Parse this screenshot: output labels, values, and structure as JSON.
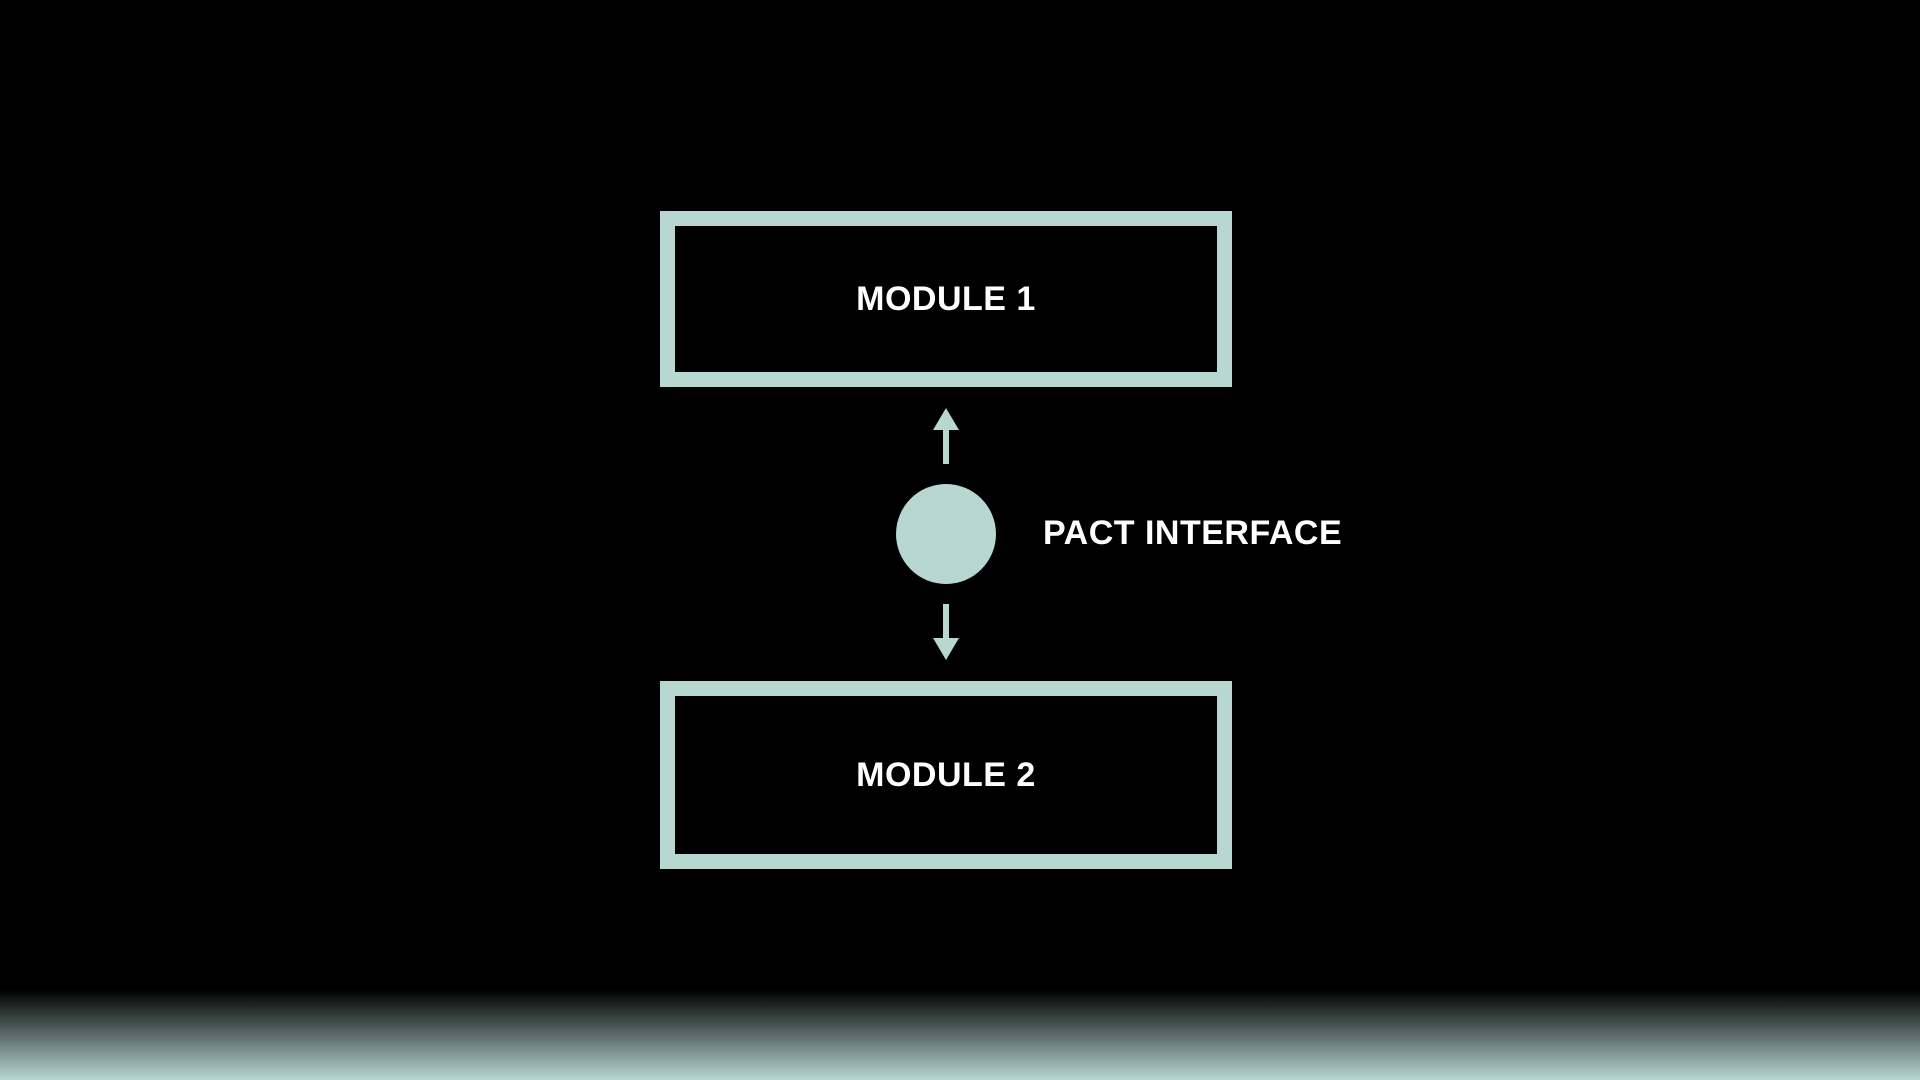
{
  "colors": {
    "background": "#000000",
    "accent": "#b7d7d0",
    "text": "#ffffff"
  },
  "diagram": {
    "top_module_label": "MODULE 1",
    "bottom_module_label": "MODULE 2",
    "interface_label": "PACT INTERFACE"
  }
}
